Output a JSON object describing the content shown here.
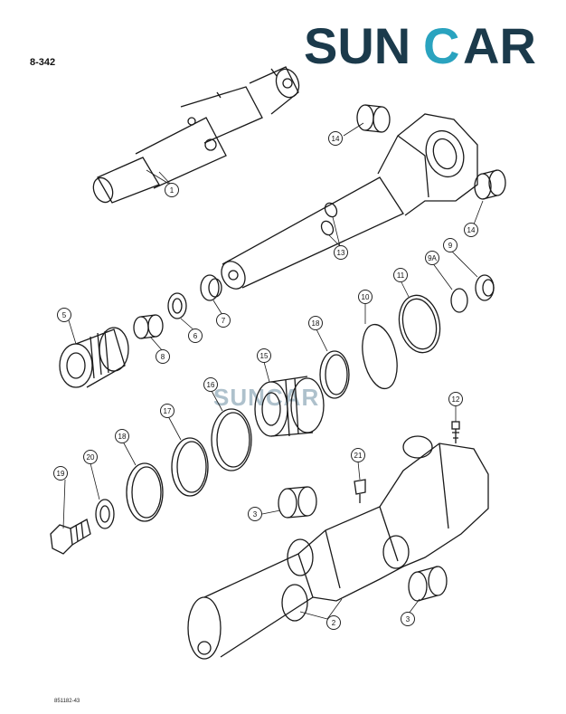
{
  "page_code": "8-342",
  "figure_code": "851182-43",
  "brand": {
    "name_dark": "SUN",
    "name_light": "C",
    "name_dark2": "AR",
    "watermark": "SUNCAR",
    "colors": {
      "dark": "#1b3a4b",
      "accent": "#2aa3bf",
      "watermark": "#6c8fa3"
    }
  },
  "callouts": [
    {
      "id": "c1",
      "label": "1"
    },
    {
      "id": "c14a",
      "label": "14"
    },
    {
      "id": "c14b",
      "label": "14"
    },
    {
      "id": "c13",
      "label": "13"
    },
    {
      "id": "c5",
      "label": "5"
    },
    {
      "id": "c8",
      "label": "8"
    },
    {
      "id": "c6",
      "label": "6"
    },
    {
      "id": "c7",
      "label": "7"
    },
    {
      "id": "c10",
      "label": "10"
    },
    {
      "id": "c11",
      "label": "11"
    },
    {
      "id": "c9a",
      "label": "9A"
    },
    {
      "id": "c9",
      "label": "9"
    },
    {
      "id": "c18a",
      "label": "18"
    },
    {
      "id": "c15",
      "label": "15"
    },
    {
      "id": "c16",
      "label": "16"
    },
    {
      "id": "c17",
      "label": "17"
    },
    {
      "id": "c18b",
      "label": "18"
    },
    {
      "id": "c12",
      "label": "12"
    },
    {
      "id": "c19",
      "label": "19"
    },
    {
      "id": "c20",
      "label": "20"
    },
    {
      "id": "c21",
      "label": "21"
    },
    {
      "id": "c3a",
      "label": "3"
    },
    {
      "id": "c3b",
      "label": "3"
    },
    {
      "id": "c2",
      "label": "2"
    }
  ]
}
